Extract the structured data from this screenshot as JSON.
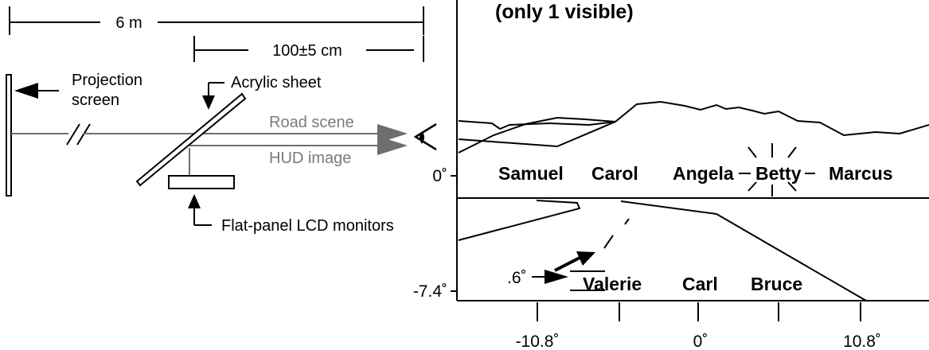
{
  "setup": {
    "distance_total": "6 m",
    "distance_near": "100±5 cm",
    "projection_screen_line1": "Projection",
    "projection_screen_line2": "screen",
    "acrylic_sheet": "Acrylic sheet",
    "road_scene": "Road scene",
    "hud_image": "HUD image",
    "lcd_monitors": "Flat-panel LCD monitors"
  },
  "display": {
    "title": "(only 1 visible)",
    "road_names": [
      "Samuel",
      "Carol",
      "Angela",
      "Betty",
      "Marcus"
    ],
    "hud_names": [
      "Valerie",
      "Carl",
      "Bruce"
    ],
    "highlighted_name": "Betty",
    "y_ticks": [
      "0˚",
      "-7.4˚"
    ],
    "x_ticks": [
      "-10.8˚",
      "0˚",
      "10.8˚"
    ],
    "offset_label": ".6˚"
  },
  "colors": {
    "ink": "#000000",
    "gray_beam": "#7a7a7a"
  }
}
